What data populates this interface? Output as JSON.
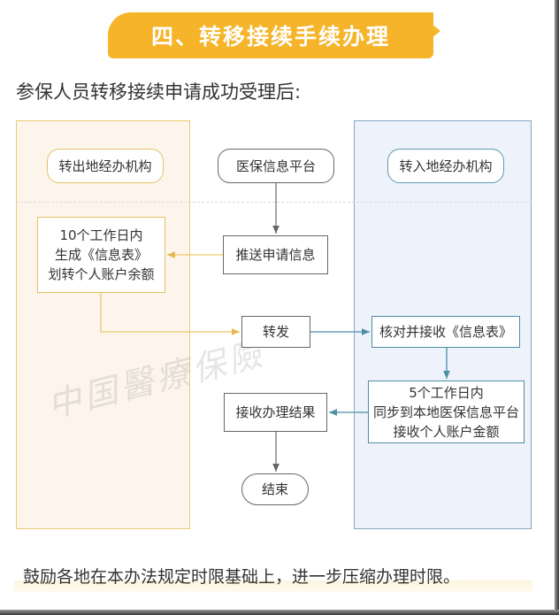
{
  "banner": {
    "title": "四、转移接续手续办理",
    "color": "#F5B42A"
  },
  "subtitle": "参保人员转移接续申请成功受理后:",
  "lanes": {
    "left": {
      "label": "转出地经办机构",
      "bg": "#FDF5EC",
      "border": "#EACD76"
    },
    "center": {
      "label": "医保信息平台"
    },
    "right": {
      "label": "转入地经办机构",
      "bg": "#EDF2FB",
      "border": "#84A9C0"
    }
  },
  "nodes": {
    "left_step": {
      "line1": "10个工作日内",
      "line2": "生成《信息表》",
      "line3": "划转个人账户余额"
    },
    "push_info": "推送申请信息",
    "forward": "转发",
    "verify_receive": "核对并接收《信息表》",
    "right_step": {
      "line1": "5个工作日内",
      "line2": "同步到本地医保信息平台",
      "line3": "接收个人账户金额"
    },
    "receive_result": "接收办理结果",
    "end": "结束"
  },
  "watermark": "中国醫療保險",
  "footer": "鼓励各地在本办法规定时限基础上，进一步压缩办理时限。"
}
